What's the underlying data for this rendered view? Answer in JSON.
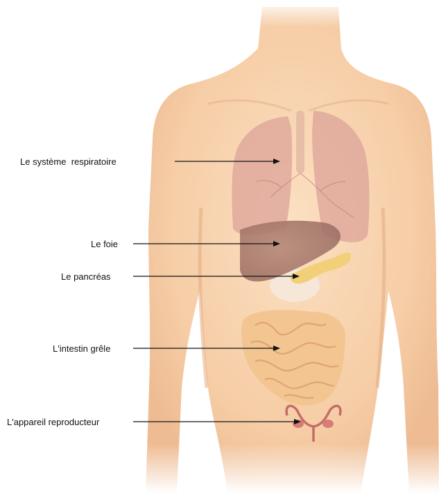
{
  "labels": {
    "respiratory": "Le système  respiratoire",
    "liver": "Le foie",
    "pancreas": "Le pancréas",
    "small_intestine": "L'intestin grêle",
    "reproductive": "L'appareil reproducteur"
  },
  "colors": {
    "skin": "#f8d3ad",
    "skin_shadow": "#eab88f",
    "lungs": "#d9a59c",
    "liver": "#a8786c",
    "pancreas": "#f3d27a",
    "stomach": "#f6e6d6",
    "intestine": "#f2c38f",
    "reproductive": "#c7706c",
    "arrow": "#111111"
  }
}
